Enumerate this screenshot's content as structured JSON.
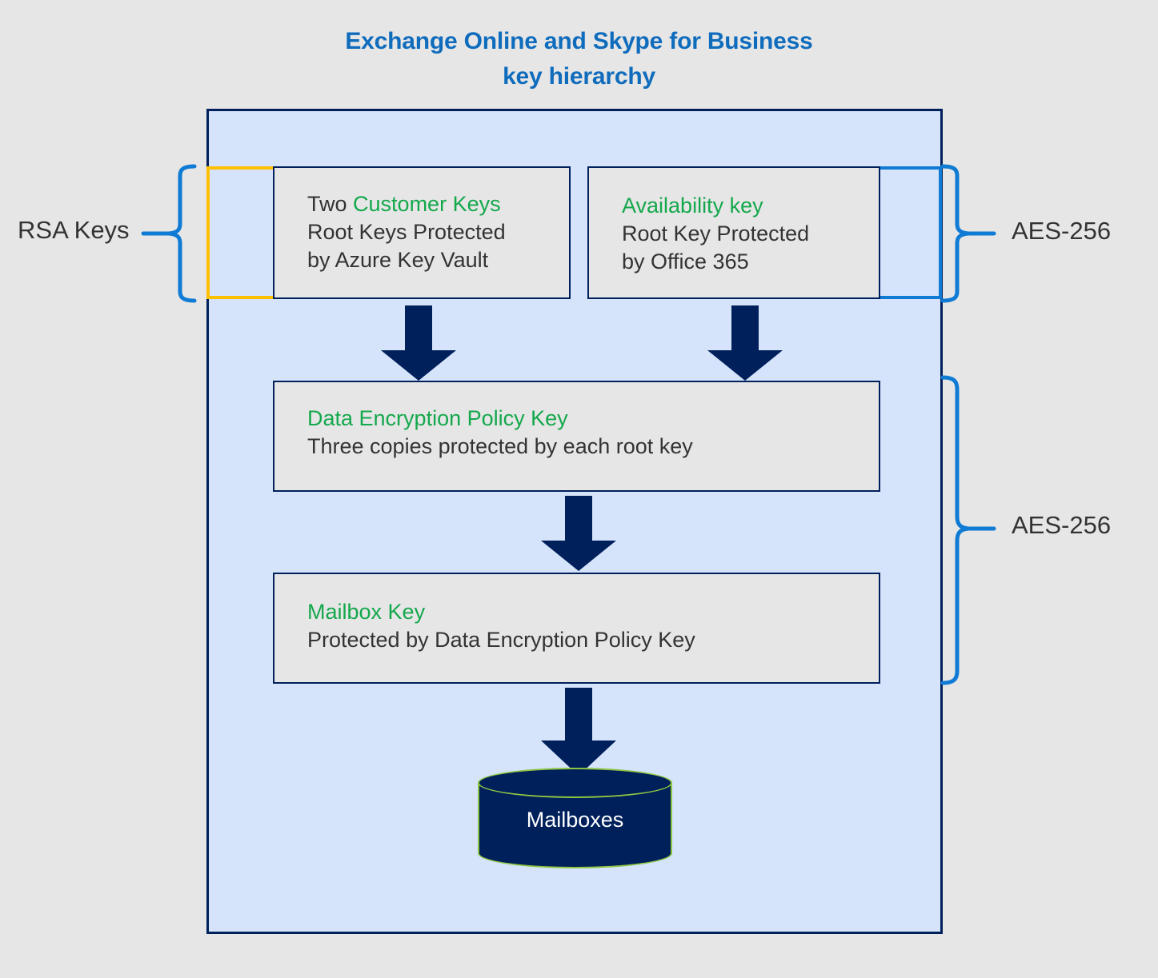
{
  "title": {
    "line1": "Exchange Online and Skype for Business",
    "line2": "key hierarchy"
  },
  "colors": {
    "title_blue": "#0f6cbd",
    "highlight_green": "#14a84c",
    "navy": "#00205b",
    "container_fill": "#d5e3fb",
    "card_fill": "#e6e6e6",
    "customer_key_outline": "#ffc000",
    "availability_key_outline": "#0f7bd4",
    "brace_blue": "#0f7bd4",
    "cylinder_outline": "#8ec641",
    "page_background": "#e6e6e6",
    "body_text": "#333333"
  },
  "braces": {
    "rsa_label": "RSA Keys",
    "aes_top_label": "AES-256",
    "aes_bottom_label": "AES-256"
  },
  "boxes": {
    "customer_keys": {
      "line1_prefix": "Two ",
      "line1_highlight": "Customer Keys",
      "line2": "Root Keys Protected",
      "line3": "by Azure Key Vault"
    },
    "availability_key": {
      "line1_highlight": "Availability key",
      "line2": "Root Key Protected",
      "line3": "by Office 365"
    },
    "data_encryption_policy_key": {
      "line1_highlight": "Data Encryption Policy Key",
      "line2": "Three copies protected by each root key"
    },
    "mailbox_key": {
      "line1_highlight": "Mailbox Key",
      "line2": "Protected by Data Encryption Policy Key"
    }
  },
  "datastore": {
    "label": "Mailboxes"
  },
  "arrows": [
    {
      "name": "customer-keys-to-dep",
      "direction": "down"
    },
    {
      "name": "availability-key-to-dep",
      "direction": "down"
    },
    {
      "name": "dep-to-mailbox-key",
      "direction": "down"
    },
    {
      "name": "mailbox-key-to-mailboxes",
      "direction": "down"
    }
  ]
}
